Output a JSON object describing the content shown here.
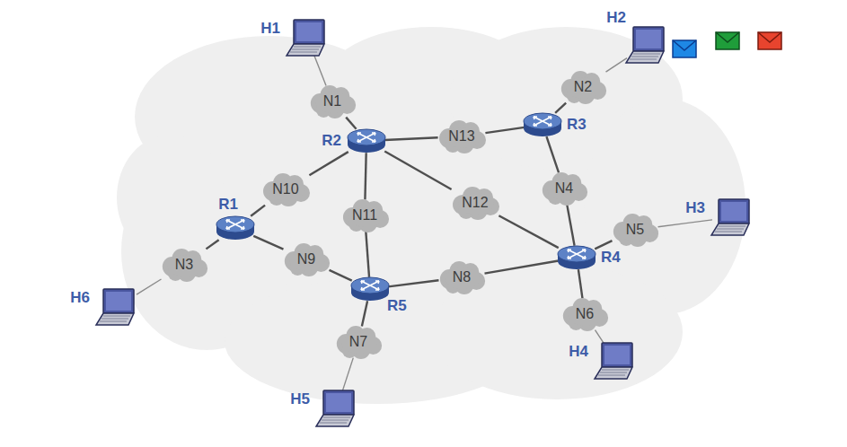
{
  "diagram": {
    "nodes": [
      {
        "text": [
          "H1"
        ]
      },
      {
        "text": [
          "H2"
        ]
      },
      {
        "text": [
          "N1"
        ]
      },
      {
        "text": [
          "N2"
        ]
      },
      {
        "text": [
          "R2"
        ]
      },
      {
        "text": [
          "N13"
        ]
      },
      {
        "text": [
          "R3"
        ]
      },
      {
        "text": [
          "N10"
        ]
      },
      {
        "text": [
          "N11"
        ]
      },
      {
        "text": [
          "N12"
        ]
      },
      {
        "text": [
          "N4"
        ]
      },
      {
        "text": [
          "R1"
        ]
      },
      {
        "text": [
          "N5"
        ]
      },
      {
        "text": [
          "H3"
        ]
      },
      {
        "text": [
          "N3"
        ]
      },
      {
        "text": [
          "N9"
        ]
      },
      {
        "text": [
          "R4"
        ]
      },
      {
        "text": [
          "N8"
        ]
      },
      {
        "text": [
          "R5"
        ]
      },
      {
        "text": [
          "N6"
        ]
      },
      {
        "text": [
          "H6"
        ]
      },
      {
        "text": [
          "N7"
        ]
      },
      {
        "text": [
          "H4"
        ]
      },
      {
        "text": [
          "H5"
        ]
      }
    ],
    "edges": [
      {
        "from": 0,
        "to": 2,
        "arrow": "none"
      },
      {
        "from": 2,
        "to": 4,
        "arrow": "none"
      },
      {
        "from": 1,
        "to": 3,
        "arrow": "none"
      },
      {
        "from": 3,
        "to": 6,
        "arrow": "none"
      },
      {
        "from": 4,
        "to": 5,
        "arrow": "none"
      },
      {
        "from": 5,
        "to": 6,
        "arrow": "none"
      },
      {
        "from": 6,
        "to": 10,
        "arrow": "none"
      },
      {
        "from": 10,
        "to": 16,
        "arrow": "none"
      },
      {
        "from": 4,
        "to": 9,
        "arrow": "none"
      },
      {
        "from": 9,
        "to": 16,
        "arrow": "none"
      },
      {
        "from": 16,
        "to": 12,
        "arrow": "none"
      },
      {
        "from": 12,
        "to": 13,
        "arrow": "none"
      },
      {
        "from": 16,
        "to": 19,
        "arrow": "none"
      },
      {
        "from": 19,
        "to": 22,
        "arrow": "none"
      },
      {
        "from": 4,
        "to": 8,
        "arrow": "none"
      },
      {
        "from": 8,
        "to": 18,
        "arrow": "none"
      },
      {
        "from": 4,
        "to": 7,
        "arrow": "none"
      },
      {
        "from": 7,
        "to": 11,
        "arrow": "none"
      },
      {
        "from": 11,
        "to": 15,
        "arrow": "none"
      },
      {
        "from": 15,
        "to": 18,
        "arrow": "none"
      },
      {
        "from": 18,
        "to": 17,
        "arrow": "none"
      },
      {
        "from": 17,
        "to": 16,
        "arrow": "none"
      },
      {
        "from": 18,
        "to": 21,
        "arrow": "none"
      },
      {
        "from": 21,
        "to": 23,
        "arrow": "none"
      },
      {
        "from": 11,
        "to": 14,
        "arrow": "none"
      },
      {
        "from": 14,
        "to": 20,
        "arrow": "none"
      }
    ]
  }
}
